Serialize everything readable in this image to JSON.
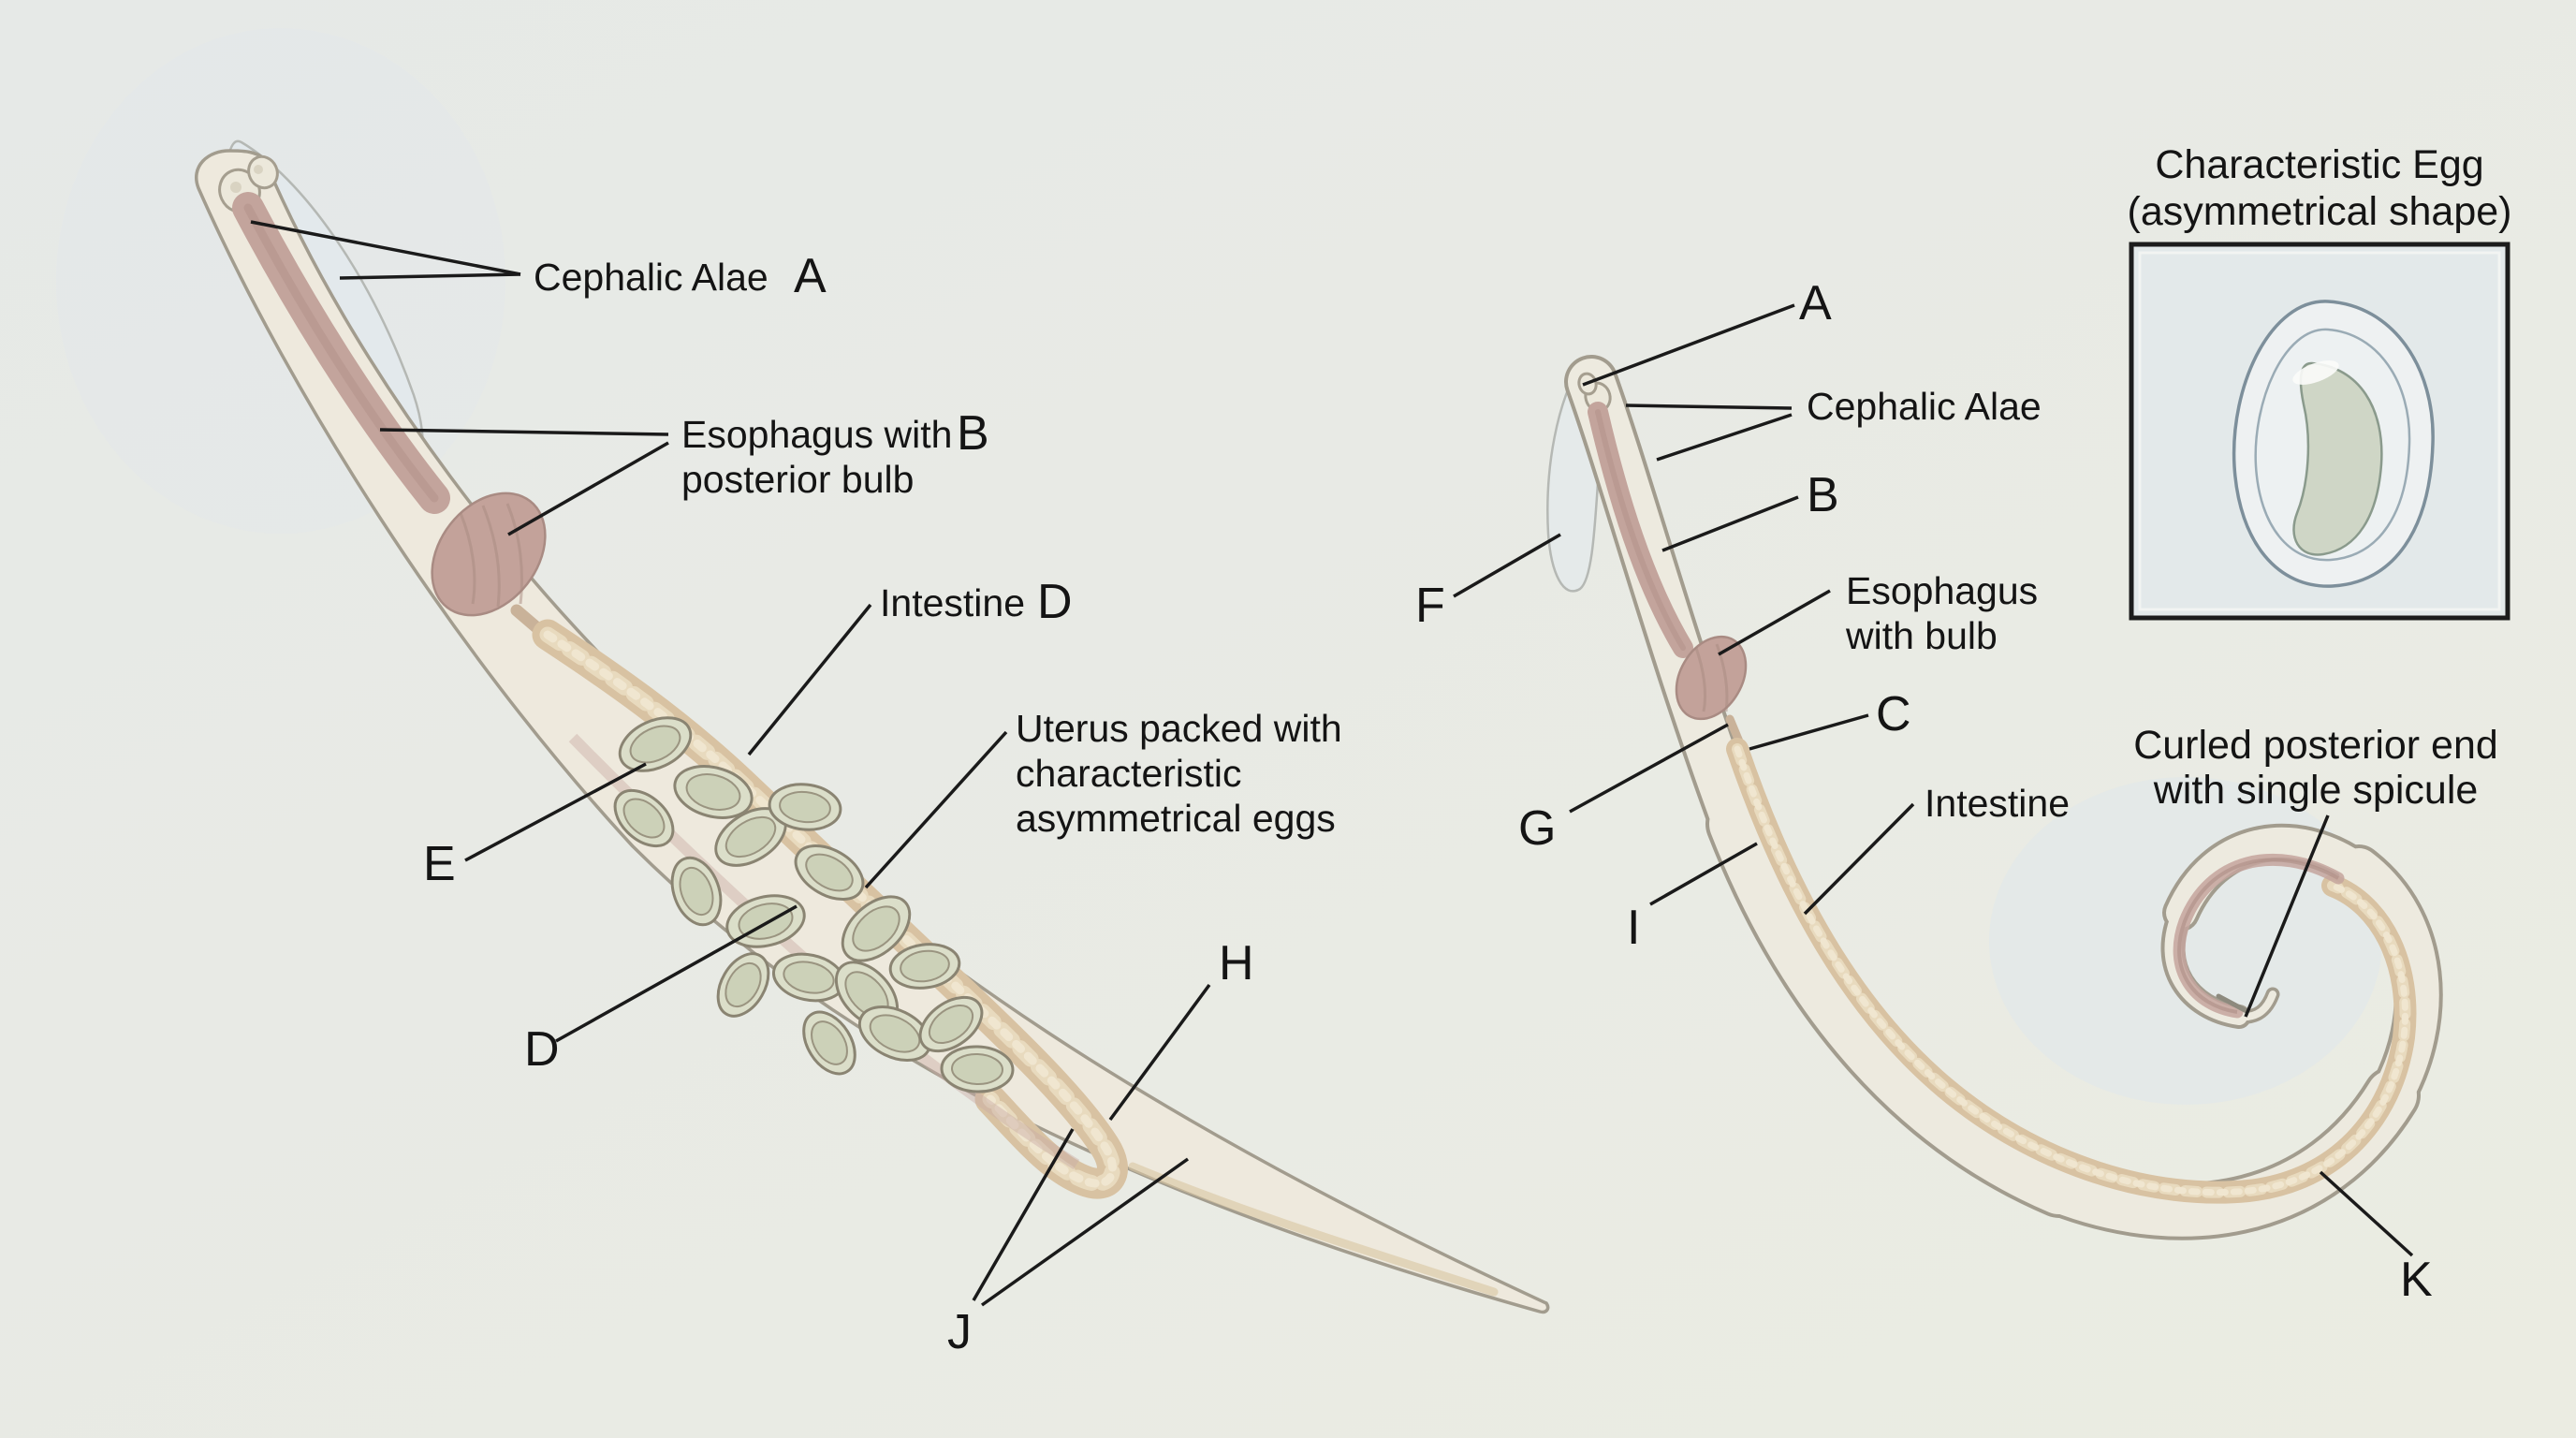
{
  "colors": {
    "background": "#e9ebe4",
    "label_text": "#141414",
    "leader_line": "#1a1a1a",
    "worm_outline": "#a29c8e",
    "worm_body": "#eee9dd",
    "esophagus": "#c3a49c",
    "intestine": "#d8c2a2",
    "egg_fill": "#dbdec9",
    "egg_outline": "#8a8472",
    "inset_border": "#1c1c1c",
    "inset_background": "#e3e9ea"
  },
  "female": {
    "cephalic_alae": "Cephalic Alae",
    "cephalic_alae_letter": "A",
    "esophagus_line1": "Esophagus with",
    "esophagus_letter": "B",
    "esophagus_line2": "posterior bulb",
    "intestine": "Intestine",
    "intestine_letter": "D",
    "uterus_line1": "Uterus packed with",
    "uterus_line2": "characteristic",
    "uterus_line3": "asymmetrical eggs",
    "letter_e": "E",
    "letter_d": "D",
    "letter_h": "H",
    "letter_j": "J"
  },
  "male": {
    "letter_a": "A",
    "cephalic_alae": "Cephalic Alae",
    "letter_b": "B",
    "letter_f": "F",
    "esophagus_line1": "Esophagus",
    "esophagus_line2": "with bulb",
    "letter_c": "C",
    "letter_g": "G",
    "intestine": "Intestine",
    "letter_i": "I",
    "curled_line1": "Curled posterior end",
    "curled_line2": "with single spicule",
    "letter_k": "K"
  },
  "inset": {
    "title_line1": "Characteristic Egg",
    "title_line2": "(asymmetrical shape)"
  }
}
